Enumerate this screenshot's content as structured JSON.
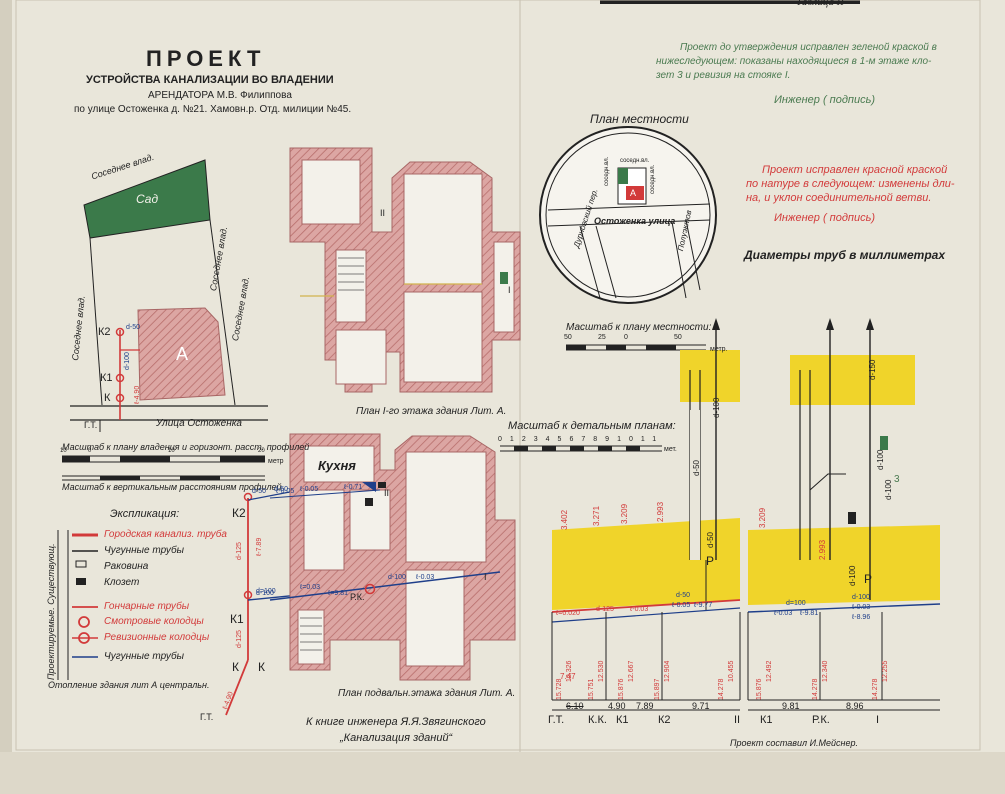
{
  "sheet_label": "Таблица II",
  "title": {
    "main": "ПРОЕКТ",
    "line1": "УСТРОЙСТВА КАНАЛИЗАЦИИ ВО ВЛАДЕНИИ",
    "line2": "АРЕНДАТОРА М.В. Филиппова",
    "line3": "по улице Остоженка д. №21. Хамовн.р. Отд. милиции №45."
  },
  "notes": {
    "green_line1": "Проект до утверждения исправлен зеленой краской в",
    "green_line2": "нижеследующем: показаны находящиеся в 1-м этаже кло-",
    "green_line3": "зет 3 и ревизия на стояке I.",
    "engineer1": "Инженер ( подпись)",
    "red_line1": "Проект исправлен красной краской",
    "red_line2": "по натуре в следующем: изменены дли-",
    "red_line3": "на, и уклон соединительной ветви.",
    "engineer2": "Инженер ( подпись)",
    "diameters": "Диаметры труб в миллиметрах"
  },
  "locality": {
    "title": "План местности",
    "street": "Остоженка улица",
    "lane_left": "Дурновский пер.",
    "lane_right": "Полуэктов",
    "neighbor1": "соседн.вл.",
    "neighbor2": "соседн.вл.",
    "neighbor3": "соседн.вл.",
    "lot": "А",
    "scale_title": "Масштаб к плану местности:",
    "scale_ticks": [
      "50",
      "25",
      "0",
      "50"
    ],
    "scale_unit": "метр."
  },
  "site_plan": {
    "neighbor_top": "Соседнее влад.",
    "neighbor_left": "Соседнее влад.",
    "neighbor_right1": "Соседнее влад.",
    "neighbor_right2": "Соседнее влад.",
    "garden": "Сад",
    "building": "А",
    "street": "Улица Остоженка",
    "wells": [
      "К2",
      "К1",
      "К",
      "Г.Т."
    ],
    "dims": [
      "d-50",
      "d-100",
      "ℓ-4.90"
    ]
  },
  "scales": {
    "plan_title": "Масштаб к плану владения и горизонт. расст. профилей",
    "plan_ticks": [
      "10",
      "0",
      "10",
      "20"
    ],
    "plan_unit": "метр",
    "vertical_title": "Масштаб к вертикальным расстояниям профилей",
    "detail_title": "Масштаб к детальным планам:",
    "detail_ticks": [
      "0",
      "1",
      "2",
      "3",
      "4",
      "5",
      "6",
      "7",
      "8",
      "9",
      "10",
      "11"
    ],
    "detail_unit": "мет."
  },
  "legend": {
    "title": "Экспликация:",
    "side_label": "Проектируемые. Существующ.",
    "items": [
      "Городская канализ. труба",
      "Чугунные трубы",
      "Раковина",
      "Клозет",
      "Гончарные трубы",
      "Смотровые колодцы",
      "Ревизионные колодцы",
      "Чугунные трубы"
    ],
    "heating": "Отопление здания лит А центральн."
  },
  "axon": {
    "labels": [
      "К2",
      "К1",
      "К",
      "К",
      "Г.Т."
    ],
    "dims": [
      "d-50",
      "d-125",
      "ℓ-7.89",
      "d-125",
      "ℓ-4.90",
      "ℓ-0.05",
      "d-100"
    ]
  },
  "floor1": {
    "caption": "План I-го этажа здания Лит. А.",
    "riser": "II",
    "riser2": "I"
  },
  "basement": {
    "caption": "План подвальн.этажа здания Лит. А.",
    "kitchen": "Кухня",
    "labels": [
      "d-50",
      "ℓ-0.05",
      "ℓ-0.71",
      "II",
      "d=100",
      "ℓ=0.03",
      "ℓ=9.81",
      "Р.К.",
      "d-100",
      "ℓ-0.03",
      "I"
    ]
  },
  "profiles": {
    "left_top_marks": [
      "3.402",
      "3.271",
      "3.209",
      "2.993"
    ],
    "left_under": [
      "ℓ=0.020",
      "d-125",
      "ℓ-0.03",
      "d-50",
      "ℓ-0.05",
      "ℓ-9.77"
    ],
    "left_low_marks": [
      "15.728",
      "12.326",
      "15.751",
      "12.530",
      "15.876",
      "12.667",
      "15.897",
      "12.904",
      "14.278",
      "10.455"
    ],
    "left_lengths": [
      "6.10",
      "4.90",
      "7.89",
      "9.71"
    ],
    "left_bottom": [
      "Г.Т.",
      "К.К.",
      "К1",
      "К2",
      "II"
    ],
    "left_risers": [
      "d-100",
      "d-50",
      "d-50",
      "Р"
    ],
    "left_gt": "7.47",
    "right_top_marks": [
      "3.209",
      "2.993"
    ],
    "right_risers": [
      "d-150",
      "d-100",
      "d-100",
      "d-100",
      "3",
      "Р"
    ],
    "right_under": [
      "d=100",
      "ℓ-0.03",
      "ℓ-9.81",
      "d-100",
      "ℓ-0.03",
      "ℓ-8.96"
    ],
    "right_low_marks": [
      "15.876",
      "12.492",
      "14.278",
      "12.340",
      "14.278",
      "12.255"
    ],
    "right_lengths": [
      "9.81",
      "8.96"
    ],
    "right_bottom": [
      "К1",
      "Р.К.",
      "I"
    ]
  },
  "footer": {
    "book1": "К книге инженера Я.Я.Звягинского",
    "book2": "„Канализация зданий“",
    "author": "Проект составил И.Мейснер."
  },
  "colors": {
    "paper": "#e7e3d6",
    "brick": "#c98b8a",
    "garden": "#3b7a4a",
    "soil": "#f0d42a",
    "red_ink": "#d23a3a",
    "blue_ink": "#1f3f8a",
    "green_ink": "#4a7a50"
  }
}
